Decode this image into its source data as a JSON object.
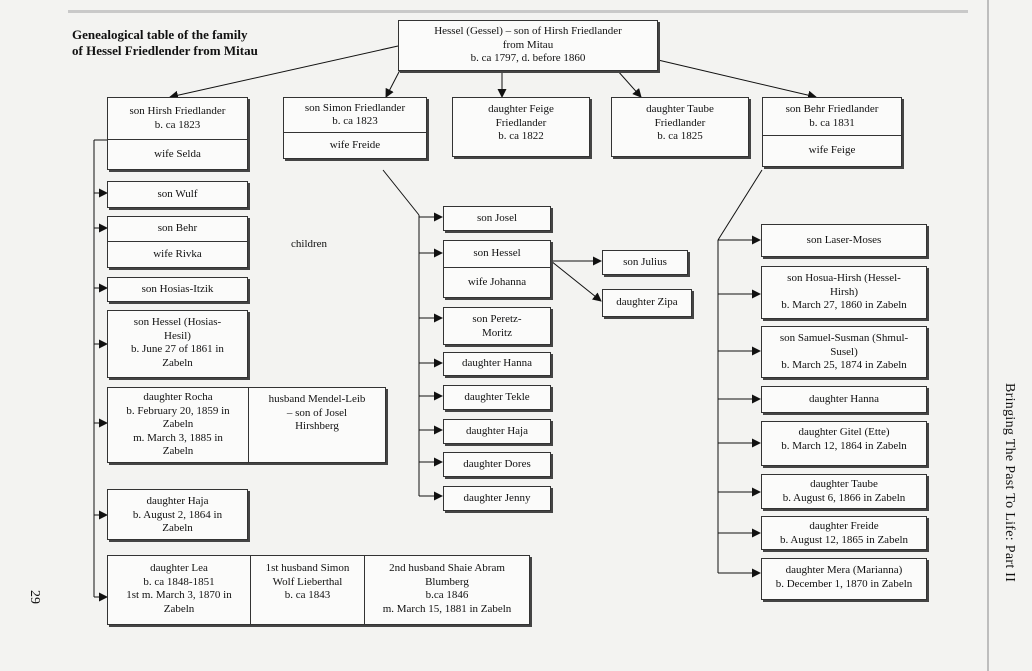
{
  "title_lines": [
    "Genealogical table of the family",
    "of Hessel Friedlender from Mitau"
  ],
  "root": [
    "Hessel (Gessel) – son of Hirsh Friedlander",
    "from Mitau",
    "b. ca 1797, d. before 1860"
  ],
  "gen1": {
    "hirsh": {
      "top": [
        "son Hirsh Friedlander",
        "b. ca 1823"
      ],
      "bottom": [
        "wife Selda"
      ]
    },
    "simon": {
      "top": [
        "son Simon Friedlander",
        "b. ca 1823"
      ],
      "bottom": [
        "wife Freide"
      ]
    },
    "feige": [
      "daughter Feige",
      "Friedlander",
      "b. ca 1822"
    ],
    "taube": [
      "daughter Taube",
      "Friedlander",
      "b. ca 1825"
    ],
    "behr": {
      "top": [
        "son Behr Friedlander",
        "b. ca 1831"
      ],
      "bottom": [
        "wife Feige"
      ]
    }
  },
  "hirsh_children": {
    "wulf": [
      "son Wulf"
    ],
    "behr": {
      "top": [
        "son Behr"
      ],
      "bottom": [
        "wife Rivka"
      ]
    },
    "hosias": [
      "son Hosias-Itzik"
    ],
    "hessel": [
      "son Hessel (Hosias-",
      "Hesil)",
      "b. June 27 of 1861 in",
      "Zabeln"
    ],
    "rocha": {
      "left": [
        "daughter Rocha",
        "b. February 20, 1859 in",
        "Zabeln",
        "m. March 3, 1885 in",
        "Zabeln"
      ],
      "right": [
        "husband Mendel-Leib",
        "– son of Josel",
        "Hirshberg"
      ]
    },
    "haja": [
      "daughter Haja",
      "b. August 2, 1864 in",
      "Zabeln"
    ],
    "lea": {
      "c1": [
        "daughter Lea",
        "b. ca 1848-1851",
        "1st m. March 3, 1870 in",
        "Zabeln"
      ],
      "c2": [
        "1st husband Simon",
        "Wolf Lieberthal",
        "b. ca 1843"
      ],
      "c3": [
        "2nd husband Shaie Abram",
        "Blumberg",
        "b.ca 1846",
        "m. March 15, 1881 in Zabeln"
      ]
    }
  },
  "children_label": "children",
  "simon_children": {
    "josel": [
      "son Josel"
    ],
    "hessel": {
      "top": [
        "son Hessel"
      ],
      "bottom": [
        "wife Johanna"
      ]
    },
    "peretz": [
      "son Peretz-",
      "Moritz"
    ],
    "hanna": [
      "daughter Hanna"
    ],
    "tekle": [
      "daughter Tekle"
    ],
    "haja": [
      "daughter Haja"
    ],
    "dores": [
      "daughter Dores"
    ],
    "jenny": [
      "daughter Jenny"
    ]
  },
  "hessel_children": {
    "julius": [
      "son Julius"
    ],
    "zipa": [
      "daughter Zipa"
    ]
  },
  "behr_children": {
    "laser": [
      "son Laser-Moses"
    ],
    "hosua": [
      "son Hosua-Hirsh (Hessel-",
      "Hirsh)",
      "b. March 27, 1860 in Zabeln"
    ],
    "samuel": [
      "son Samuel-Susman (Shmul-",
      "Susel)",
      "b. March 25, 1874 in Zabeln"
    ],
    "hanna": [
      "daughter Hanna"
    ],
    "gitel": [
      "daughter Gitel (Ette)",
      "b. March 12, 1864 in Zabeln"
    ],
    "taube": [
      "daughter Taube",
      "b. August 6, 1866 in Zabeln"
    ],
    "freide": [
      "daughter Freide",
      "b. August 12, 1865 in Zabeln"
    ],
    "mera": [
      "daughter Mera (Marianna)",
      "b. December 1, 1870 in Zabeln"
    ]
  },
  "side_text": "Bringing The Past To Life: Part II",
  "page_number": "29"
}
